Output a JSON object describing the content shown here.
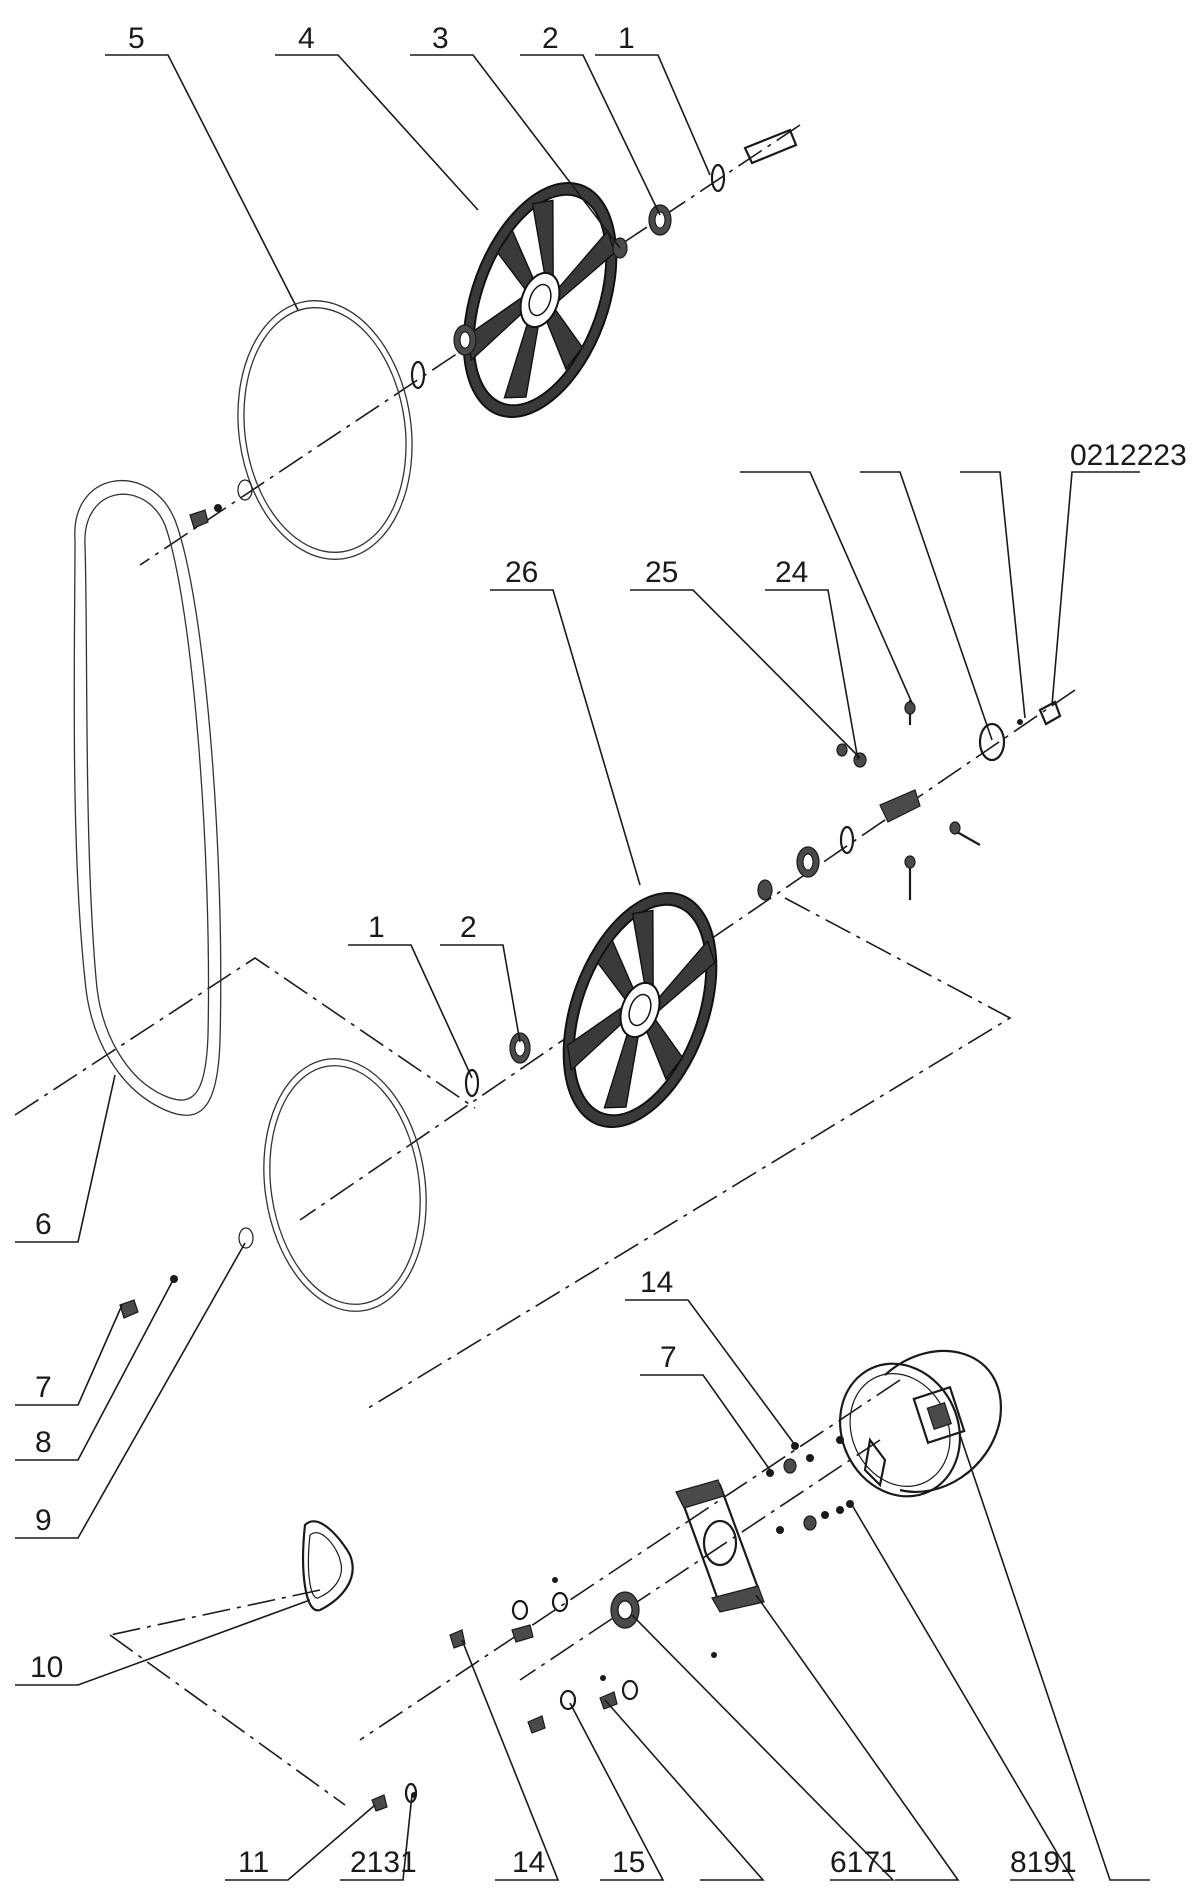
{
  "labels": {
    "l1_top": "1",
    "l2_top": "2",
    "l3": "3",
    "l4": "4",
    "l5": "5",
    "l0212223": "0212223",
    "l26": "26",
    "l25": "25",
    "l24": "24",
    "l1_mid": "1",
    "l2_mid": "2",
    "l6": "6",
    "l7_left": "7",
    "l8": "8",
    "l9": "9",
    "l10": "10",
    "l14_top": "14",
    "l7_right": "7",
    "l11": "11",
    "l2131": "2131",
    "l14_bottom": "14",
    "l15": "15",
    "l6171": "6171",
    "l8191": "8191"
  }
}
